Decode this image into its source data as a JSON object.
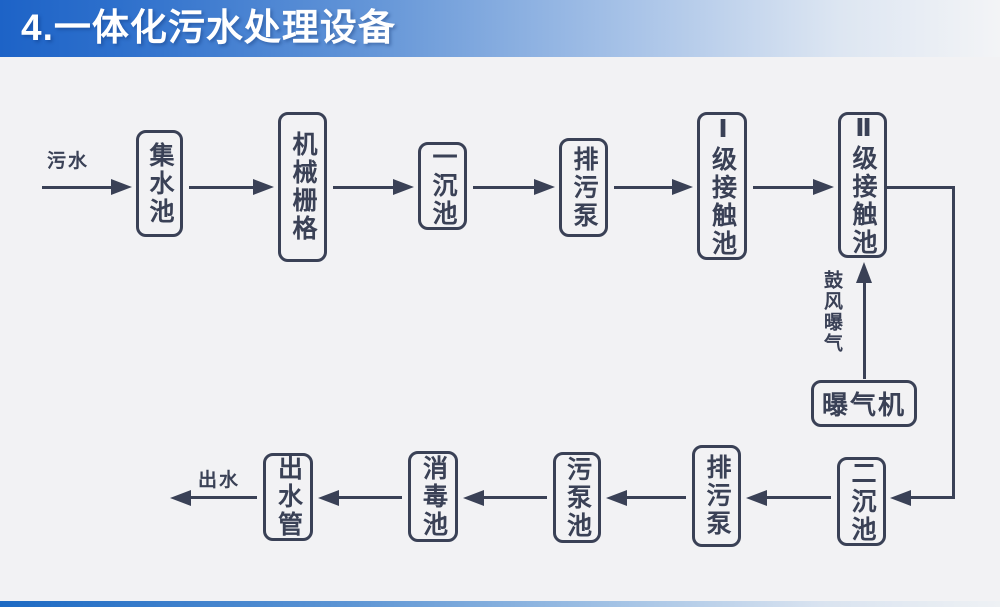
{
  "slide": {
    "title": "4.一体化污水处理设备"
  },
  "colors": {
    "banner_blue": "#1d63c7",
    "banner_fade": "#f3f4f6",
    "ink_navy": "#3a4156",
    "background": "#f2f2f4",
    "title_text": "#ffffff",
    "bottom_bar_blue": "#1c69c3"
  },
  "flowchart": {
    "inflow_label": "污水",
    "outflow_label": "出水",
    "nodes_top": [
      {
        "label": "集水池"
      },
      {
        "label": "机械栅格"
      },
      {
        "label": "一沉池"
      },
      {
        "label": "排污泵"
      },
      {
        "label": "Ⅰ级接触池"
      },
      {
        "label": "Ⅱ级接触池"
      }
    ],
    "nodes_bottom": [
      {
        "label": "二沉池"
      },
      {
        "label": "排污泵"
      },
      {
        "label": "污泵池"
      },
      {
        "label": "消毒池"
      },
      {
        "label": "出水管"
      }
    ],
    "aerator": {
      "label": "曝气机",
      "flow_label": "鼓风曝气"
    }
  }
}
